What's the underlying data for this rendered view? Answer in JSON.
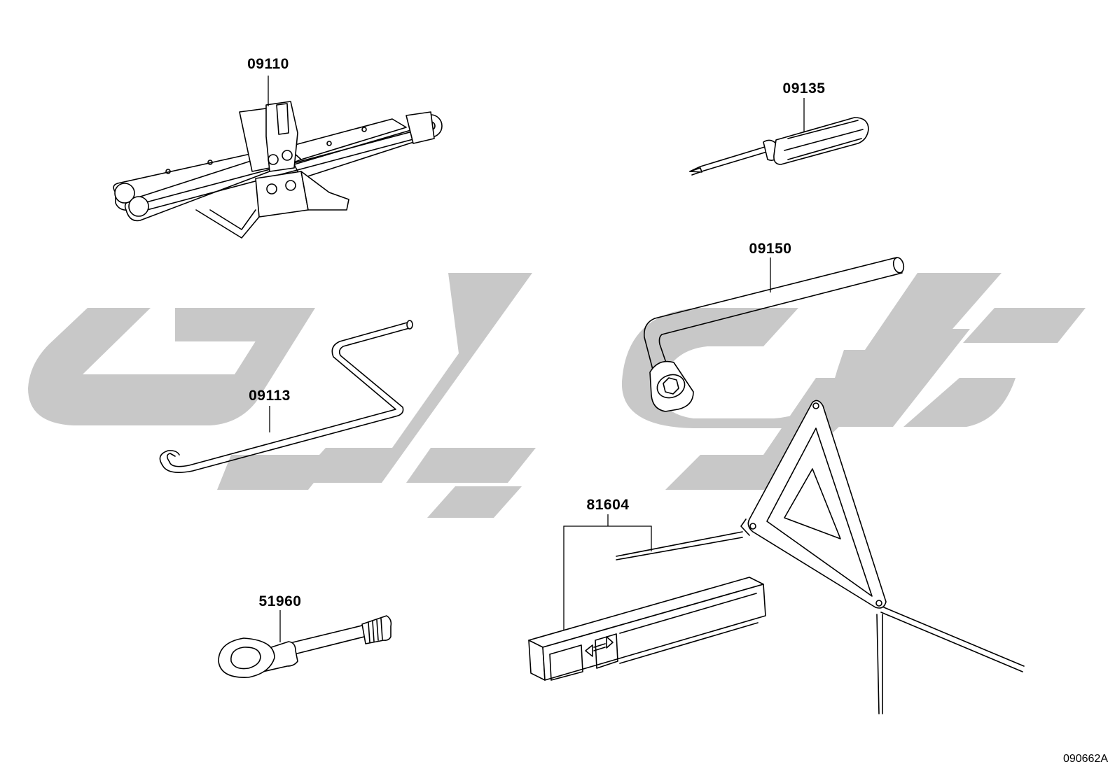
{
  "diagram": {
    "code": "090662A",
    "parts": [
      {
        "id": "jack",
        "number": "09110"
      },
      {
        "id": "screwdriver",
        "number": "09135"
      },
      {
        "id": "wheel-wrench",
        "number": "09150"
      },
      {
        "id": "jack-handle",
        "number": "09113"
      },
      {
        "id": "warning-triangle",
        "number": "81604"
      },
      {
        "id": "towing-eye",
        "number": "51960"
      }
    ]
  },
  "colors": {
    "line": "#000000",
    "watermark": "#c8c8c8",
    "background": "#ffffff"
  }
}
